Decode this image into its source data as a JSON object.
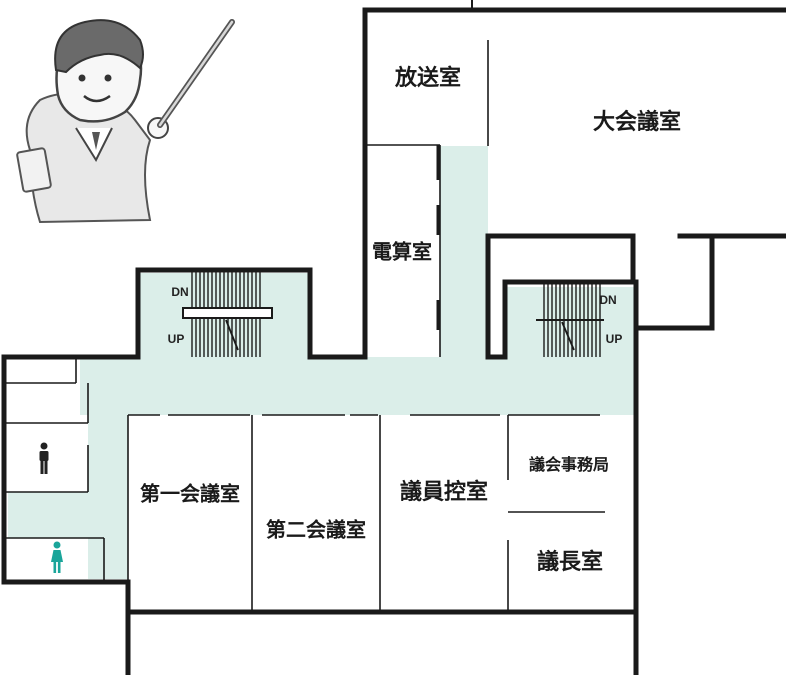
{
  "floor_map": {
    "rooms": {
      "broadcast": "放送室",
      "large_hall": "大会議室",
      "electronics": "電算室",
      "conf1": "第一会議室",
      "conf2": "第二会議室",
      "members_lounge": "議員控室",
      "secretariat": "議会事務局",
      "chairman": "議長室"
    },
    "stairs_left": {
      "down": "DN",
      "up": "UP"
    },
    "stairs_right": {
      "down": "DN",
      "up": "UP"
    },
    "restroom_icons": {
      "men": "man-icon",
      "women": "woman-icon"
    },
    "colors": {
      "corridor": "#dbeee9",
      "wall": "#1a1a1a",
      "women_icon": "#1aa59a",
      "men_icon": "#222222"
    }
  }
}
